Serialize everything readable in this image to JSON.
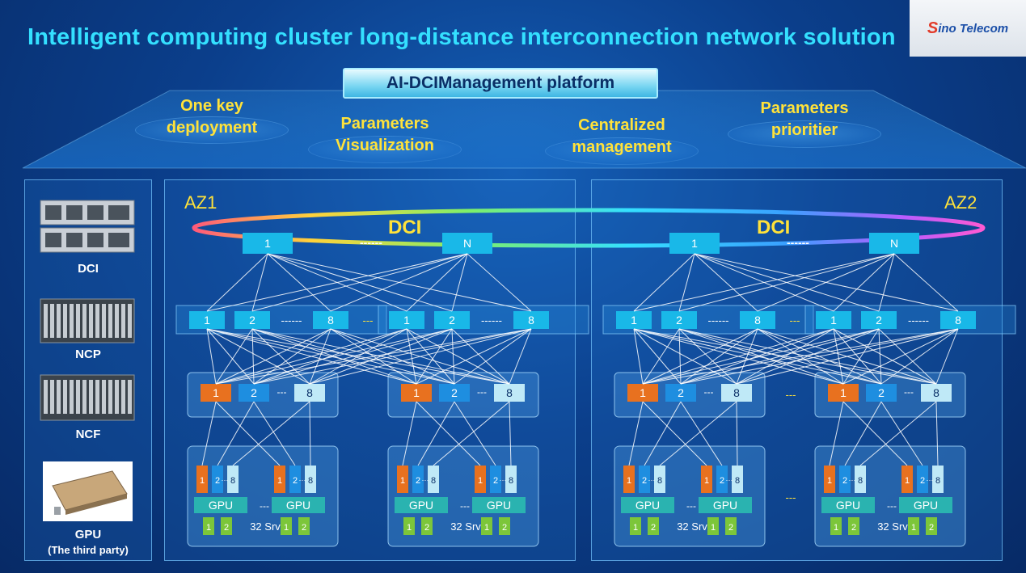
{
  "header": {
    "title": "Intelligent computing cluster long-distance interconnection network solution"
  },
  "logo": {
    "text_main": "ino Telecom",
    "text_s": "S"
  },
  "platform": {
    "label": "AI-DCIManagement platform",
    "features": [
      {
        "line1": "One key",
        "line2": "deployment"
      },
      {
        "line1": "Parameters",
        "line2": "Visualization"
      },
      {
        "line1": "Centralized",
        "line2": "management"
      },
      {
        "line1": "Parameters",
        "line2": "prioritier"
      }
    ]
  },
  "devices": [
    {
      "label": "DCI"
    },
    {
      "label": "NCP"
    },
    {
      "label": "NCF"
    },
    {
      "label": "GPU",
      "sublabel": "(The third party)"
    }
  ],
  "zones": [
    {
      "label": "AZ1",
      "dci": "DCI"
    },
    {
      "label": "AZ2",
      "dci": "DCI"
    }
  ],
  "topology": {
    "dci_nodes": [
      "1",
      "N"
    ],
    "dci_sep": "------",
    "spine_nodes": [
      "1",
      "2",
      "8"
    ],
    "spine_sep": "------",
    "group_sep": "---",
    "leaf_nodes": [
      "1",
      "2",
      "8"
    ],
    "leaf_sep": "---",
    "nic_labels": [
      "1",
      "2",
      "8"
    ],
    "nic_sep": "···",
    "gpu_label": "GPU",
    "gpu_sep": "---",
    "srv_label": "32 Srv",
    "srv_nodes": [
      "1",
      "2"
    ]
  },
  "colors": {
    "title": "#34e0ff",
    "accent_yellow": "#ffe23a",
    "node_cyan": "#19b8e8",
    "leaf_orange": "#e8711f",
    "leaf_blue": "#1e8ee0",
    "leaf_light": "#bfe9f7",
    "gpu_teal": "#2ab3b0",
    "srv_green": "#7cc63a"
  }
}
